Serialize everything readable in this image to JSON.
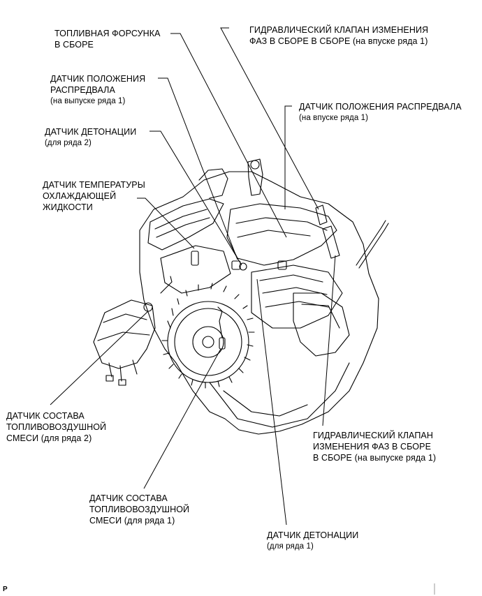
{
  "labels": {
    "fuel_injector": [
      "ТОПЛИВНАЯ ФОРСУНКА",
      "В СБОРЕ"
    ],
    "ocv_intake": [
      "ГИДРАВЛИЧЕСКИЙ КЛАПАН ИЗМЕНЕНИЯ",
      "ФАЗ В СБОРЕ В СБОРЕ (на впуске ряда 1)"
    ],
    "cam_sensor_exhaust": [
      "ДАТЧИК ПОЛОЖЕНИЯ",
      "РАСПРЕДВАЛА",
      "(на выпуске ряда 1)"
    ],
    "cam_sensor_intake": [
      "ДАТЧИК ПОЛОЖЕНИЯ РАСПРЕДВАЛА",
      "(на впуске ряда 1)"
    ],
    "knock_sensor_b2": [
      "ДАТЧИК ДЕТОНАЦИИ",
      "(для ряда 2)"
    ],
    "coolant_temp_sensor": [
      "ДАТЧИК ТЕМПЕРАТУРЫ",
      "ОХЛАЖДАЮЩЕЙ",
      "ЖИДКОСТИ"
    ],
    "af_sensor_b2": [
      "ДАТЧИК СОСТАВА",
      "ТОПЛИВОВОЗДУШНОЙ",
      "СМЕСИ (для ряда 2)"
    ],
    "ocv_exhaust": [
      "ГИДРАВЛИЧЕСКИЙ КЛАПАН",
      "ИЗМЕНЕНИЯ ФАЗ В СБОРЕ",
      "В СБОРЕ (на выпуске ряда 1)"
    ],
    "af_sensor_b1": [
      "ДАТЧИК СОСТАВА",
      "ТОПЛИВОВОЗДУШНОЙ",
      "СМЕСИ (для ряда 1)"
    ],
    "knock_sensor_b1": [
      "ДАТЧИК ДЕТОНАЦИИ",
      "(для ряда 1)"
    ]
  },
  "figure_code": "P"
}
